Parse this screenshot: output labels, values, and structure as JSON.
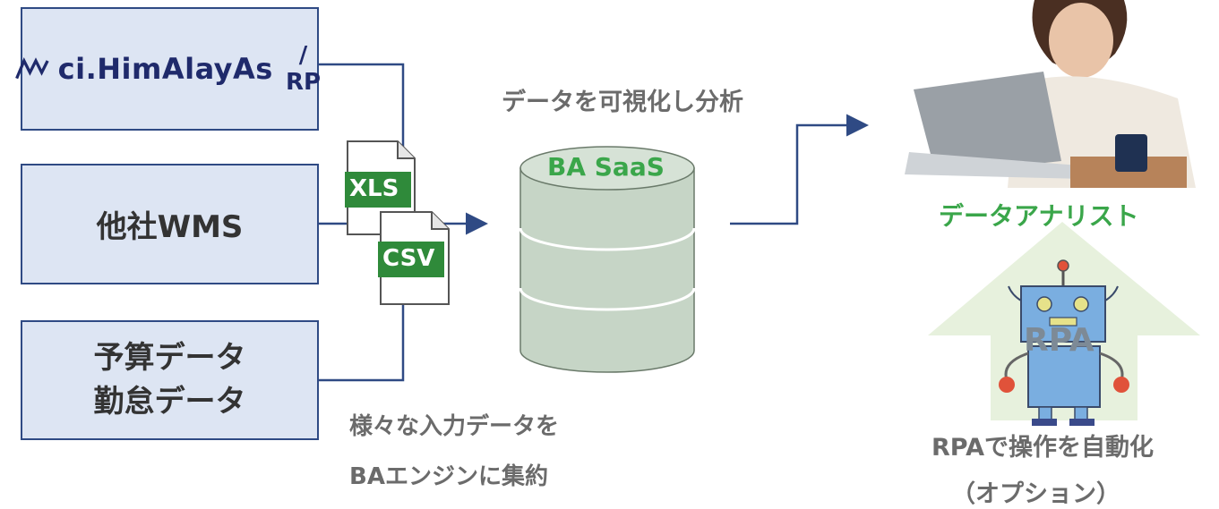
{
  "sources": {
    "himalayas": {
      "logo_text": "ci.HimAlayAs",
      "logo_suffix": "/ RP"
    },
    "other_wms": "他社WMS",
    "budget_line1": "予算データ",
    "budget_line2": "勤怠データ"
  },
  "files": {
    "xls": "XLS",
    "csv": "CSV"
  },
  "db_label": "BA SaaS",
  "top_caption": "データを可視化し分析",
  "bottom_caption_line1": "様々な入力データを",
  "bottom_caption_line2": "BAエンジンに集約",
  "analyst_label": "データアナリスト",
  "rpa": {
    "robot_text": "RPA",
    "caption_line1": "RPAで操作を自動化",
    "caption_line2": "（オプション）"
  },
  "colors": {
    "box_fill": "#dde5f3",
    "box_border": "#2f4a84",
    "db_fill": "#c6d5c6",
    "accent_green": "#3aa64a",
    "arrow_bg": "#e7f1dd"
  },
  "icons": [
    "himalayas-logo-icon",
    "xls-file-icon",
    "csv-file-icon",
    "database-icon",
    "analyst-photo",
    "robot-icon",
    "up-arrow-icon"
  ]
}
